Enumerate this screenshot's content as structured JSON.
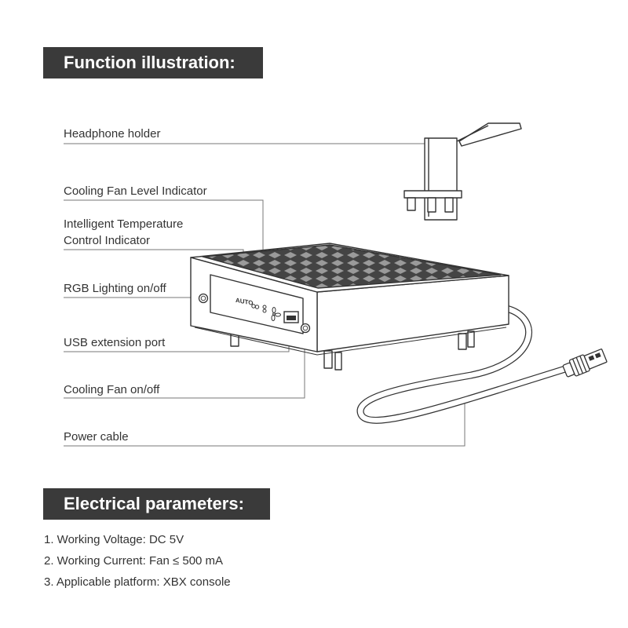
{
  "function_section": {
    "title": "Function illustration:",
    "labels": {
      "headphone_holder": "Headphone holder",
      "fan_level_indicator": "Cooling Fan Level Indicator",
      "temp_control_line1": "Intelligent Temperature",
      "temp_control_line2": "Control Indicator",
      "rgb_toggle": "RGB Lighting on/off",
      "usb_port": "USB extension port",
      "fan_toggle": "Cooling Fan on/off",
      "power_cable": "Power cable"
    },
    "panel_text": "AUTO"
  },
  "electrical_section": {
    "title": "Electrical parameters:",
    "items": [
      "1. Working Voltage: DC 5V",
      "2. Working Current: Fan ≤ 500 mA",
      "3. Applicable platform: XBX console"
    ]
  }
}
